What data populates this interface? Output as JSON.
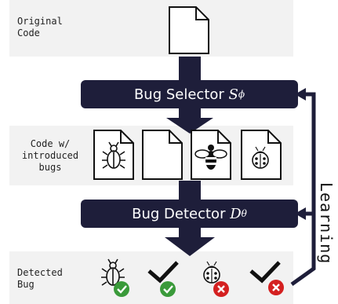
{
  "rows": {
    "original": "Original\nCode",
    "introduced": "Code w/\nintroduced\nbugs",
    "detected": "Detected\nBug"
  },
  "selector": {
    "label": "Bug Selector ",
    "symbol": "S",
    "subscript": "ϕ"
  },
  "detector": {
    "label": "Bug Detector ",
    "symbol": "D",
    "subscript": "θ"
  },
  "learning_label": "Learning",
  "colors": {
    "dark": "#1e1e3a",
    "band": "#f2f2f2",
    "green": "#3a9a3a",
    "red": "#d42020"
  },
  "code_files": [
    "beetle-icon",
    "blank-file-icon",
    "bee-icon",
    "ladybug-icon"
  ],
  "detections": [
    {
      "icon": "beetle-icon",
      "status": "correct"
    },
    {
      "icon": "checkmark-icon",
      "status": "correct"
    },
    {
      "icon": "ladybug-icon",
      "status": "wrong"
    },
    {
      "icon": "checkmark-icon",
      "status": "wrong"
    }
  ]
}
